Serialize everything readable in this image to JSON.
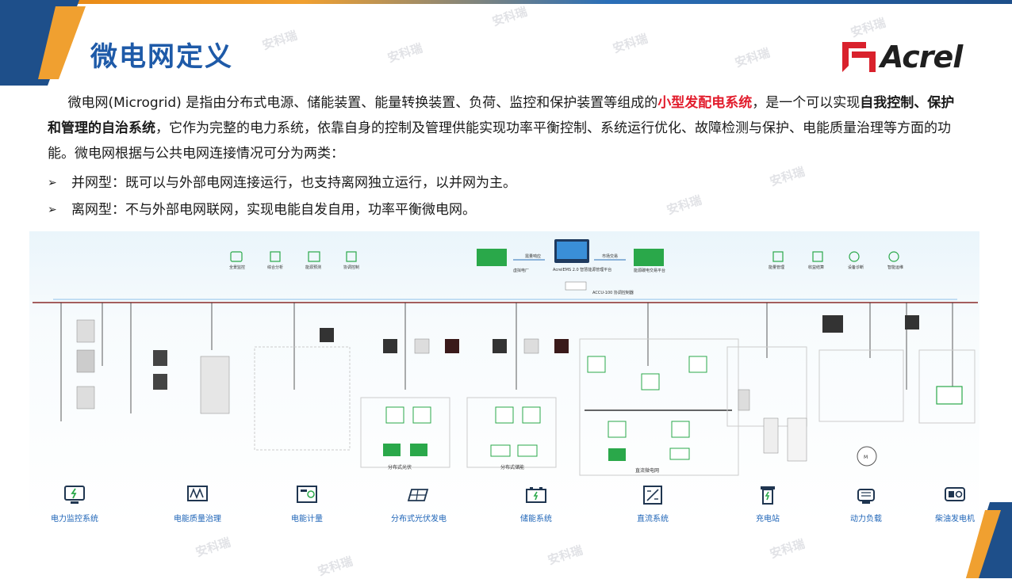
{
  "header": {
    "title": "微电网定义",
    "logo_text": "Acrel"
  },
  "intro": {
    "p1_a": "微电网(Microgrid) 是指由分布式电源、储能装置、能量转换装置、负荷、监控和保护装置等组成的",
    "p1_red": "小型发配电系统",
    "p1_b": "，是一个可以实现",
    "p1_bold": "自我控制、保护和管理的自治系统",
    "p1_c": "，它作为完整的电力系统，依靠自身的控制及管理供能实现功率平衡控制、系统运行优化、故障检测与保护、电能质量治理等方面的功能。微电网根据与公共电网连接情况可分为两类："
  },
  "bullets": [
    {
      "mark": "➢",
      "text": "并网型：既可以与外部电网连接运行，也支持离网独立运行，以并网为主。"
    },
    {
      "mark": "➢",
      "text": "离网型：不与外部电网联网，实现电能自发自用，功率平衡微电网。"
    }
  ],
  "diagram": {
    "top_icons_left": [
      "全景监控",
      "综合分析",
      "能源预测",
      "协调控制"
    ],
    "top_icons_right": [
      "能量管理",
      "收益结算",
      "设备诊断",
      "智能运维"
    ],
    "vpp": "虚拟电厂",
    "platform": "AcrelEMS 2.0 智慧能源管理平台",
    "trade": "能源碳电交易平台",
    "link_left": "需量响应",
    "link_right": "市场交易",
    "gateway": "ACCU-100 协调控制器",
    "pv_label": "分布式光伏",
    "storage_label": "分布式储能",
    "dc_label": "直流微电网",
    "motor": "M"
  },
  "systems": [
    {
      "icon": "power-monitor-icon",
      "label": "电力监控系统"
    },
    {
      "icon": "power-quality-icon",
      "label": "电能质量治理"
    },
    {
      "icon": "energy-meter-icon",
      "label": "电能计量"
    },
    {
      "icon": "solar-panel-icon",
      "label": "分布式光伏发电"
    },
    {
      "icon": "battery-icon",
      "label": "储能系统"
    },
    {
      "icon": "dc-system-icon",
      "label": "直流系统"
    },
    {
      "icon": "charging-station-icon",
      "label": "充电站"
    },
    {
      "icon": "motor-load-icon",
      "label": "动力负载"
    },
    {
      "icon": "diesel-generator-icon",
      "label": "柴油发电机"
    }
  ],
  "watermark_text": "安科瑞",
  "colors": {
    "title": "#1e5aa8",
    "accent_red": "#e21c2c",
    "system_label": "#2066b8",
    "green_device": "#2aa84a",
    "bus_line": "#8a2a2a"
  }
}
